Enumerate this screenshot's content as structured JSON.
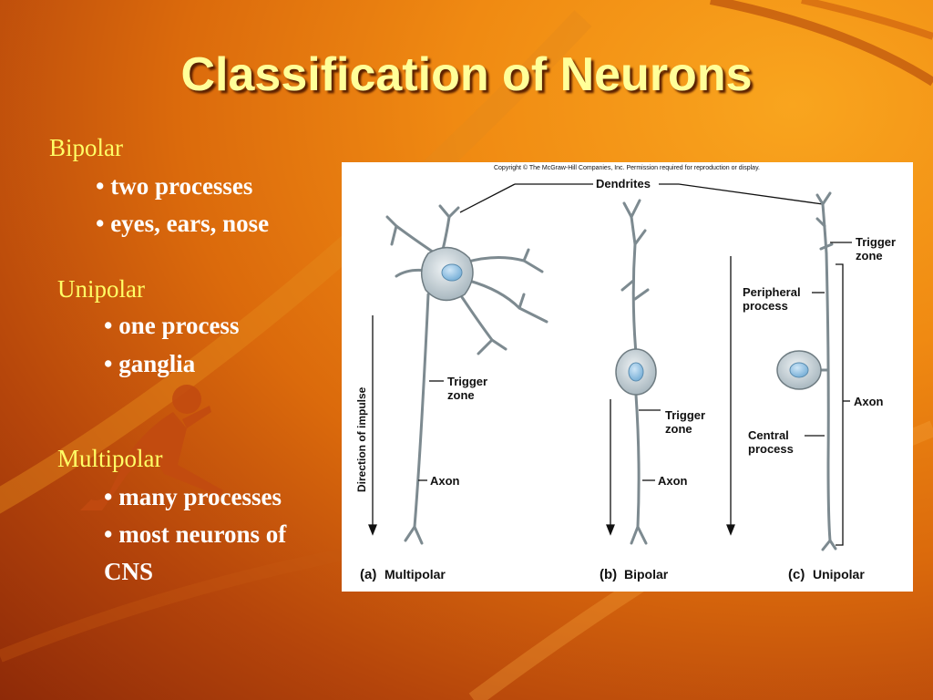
{
  "slide": {
    "title": "Classification of Neurons",
    "colors": {
      "title": "#ffff99",
      "heading": "#ffff66",
      "bullet": "#ffffff"
    },
    "sections": [
      {
        "heading": "Bipolar",
        "bullets": [
          "• two processes",
          "• eyes, ears, nose"
        ]
      },
      {
        "heading": "Unipolar",
        "bullets": [
          "• one process",
          "• ganglia"
        ]
      },
      {
        "heading": "Multipolar",
        "bullets": [
          "• many processes",
          "• most neurons of",
          "CNS"
        ]
      }
    ]
  },
  "diagram": {
    "copyright": "Copyright © The McGraw-Hill Companies, Inc. Permission required for reproduction or display.",
    "labels": {
      "dendrites": "Dendrites",
      "trigger": "Trigger",
      "zone": "zone",
      "axon": "Axon",
      "direction": "Direction of impulse",
      "peripheral1": "Peripheral",
      "peripheral2": "process",
      "central1": "Central",
      "central2": "process"
    },
    "captions": {
      "a_letter": "(a)",
      "a": "Multipolar",
      "b_letter": "(b)",
      "b": "Bipolar",
      "c_letter": "(c)",
      "c": "Unipolar"
    }
  }
}
